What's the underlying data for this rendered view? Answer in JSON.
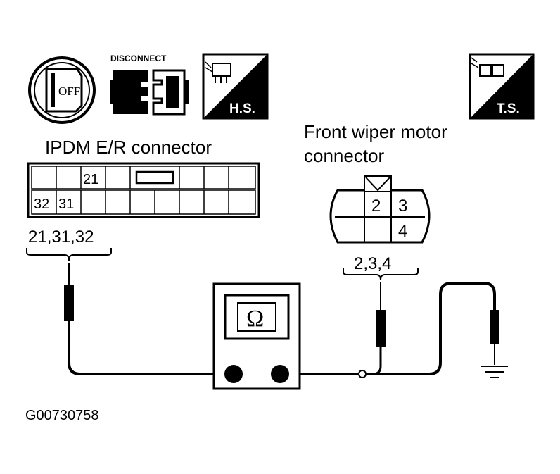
{
  "icons": {
    "ignition": {
      "name": "ignition-off-icon",
      "text": "OFF"
    },
    "disconnect": {
      "name": "disconnect-connector-icon",
      "text": "DISCONNECT"
    },
    "harness_side": {
      "name": "harness-side-icon",
      "text": "H.S."
    },
    "terminal_side": {
      "name": "terminal-side-icon",
      "text": "T.S."
    }
  },
  "ipdm": {
    "title": "IPDM E/R connector",
    "pin_top": "21",
    "pin_bottom_a": "32",
    "pin_bottom_b": "31",
    "pins_tested": "21,31,32"
  },
  "wiper": {
    "title_line1": "Front wiper motor",
    "title_line2": "connector",
    "pin_a": "2",
    "pin_b": "3",
    "pin_c": "4",
    "pins_tested": "2,3,4"
  },
  "meter": {
    "symbol": "Ω",
    "name": "ohmmeter"
  },
  "figure_code": "G00730758"
}
